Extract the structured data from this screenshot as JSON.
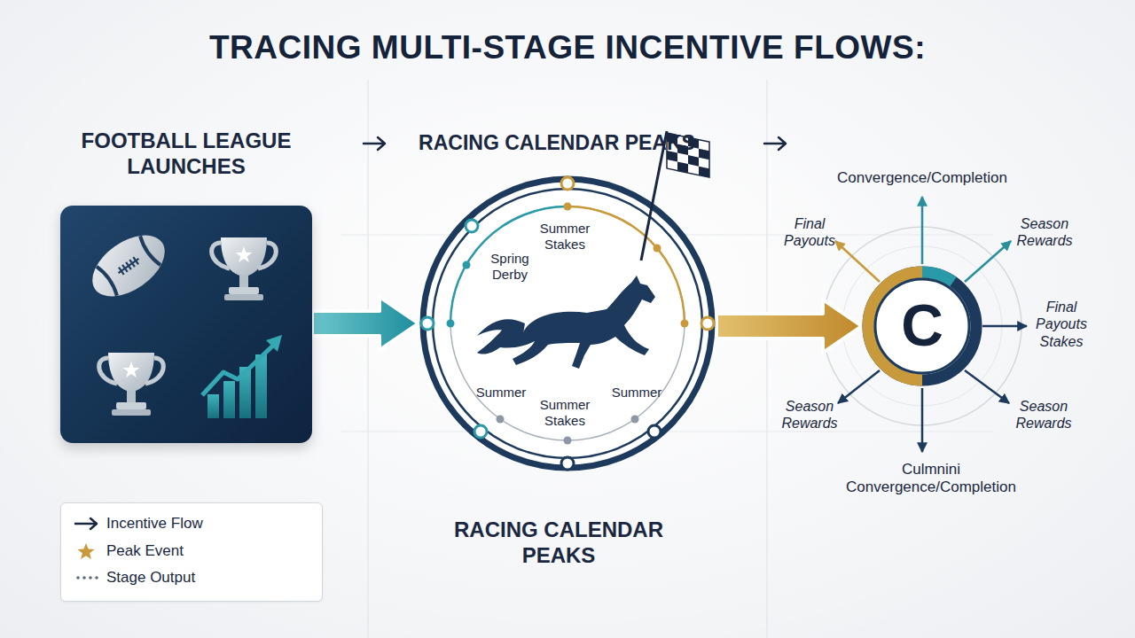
{
  "diagram": {
    "title": "TRACING MULTI-STAGE INCENTIVE FLOWS:",
    "nodes": [
      {
        "text": [
          "FOOTBALL LEAGUE LAUNCHES"
        ]
      },
      {
        "text": [
          "Spring Derby",
          "Summer Stakes",
          "Summer",
          "Summer Stakes",
          "Summer",
          "RACING CALENDAR PEAKS"
        ]
      },
      {
        "text": [
          "C"
        ]
      }
    ],
    "edges": [
      {
        "from": 0,
        "to": 1,
        "arrow": "to"
      },
      {
        "from": 1,
        "to": 2,
        "arrow": "to"
      }
    ],
    "labels": [
      "RACING CALENDAR PEAKS",
      "Convergence/Completion",
      "Final Payouts",
      "Season Rewards",
      "Final Payouts Stakes",
      "Season Rewards",
      "Season Rewards",
      "Culmnini Convergence/Completion"
    ],
    "legend": [
      {
        "text": "Incentive Flow"
      },
      {
        "text": "Peak Event"
      },
      {
        "text": "Stage Output"
      }
    ]
  }
}
